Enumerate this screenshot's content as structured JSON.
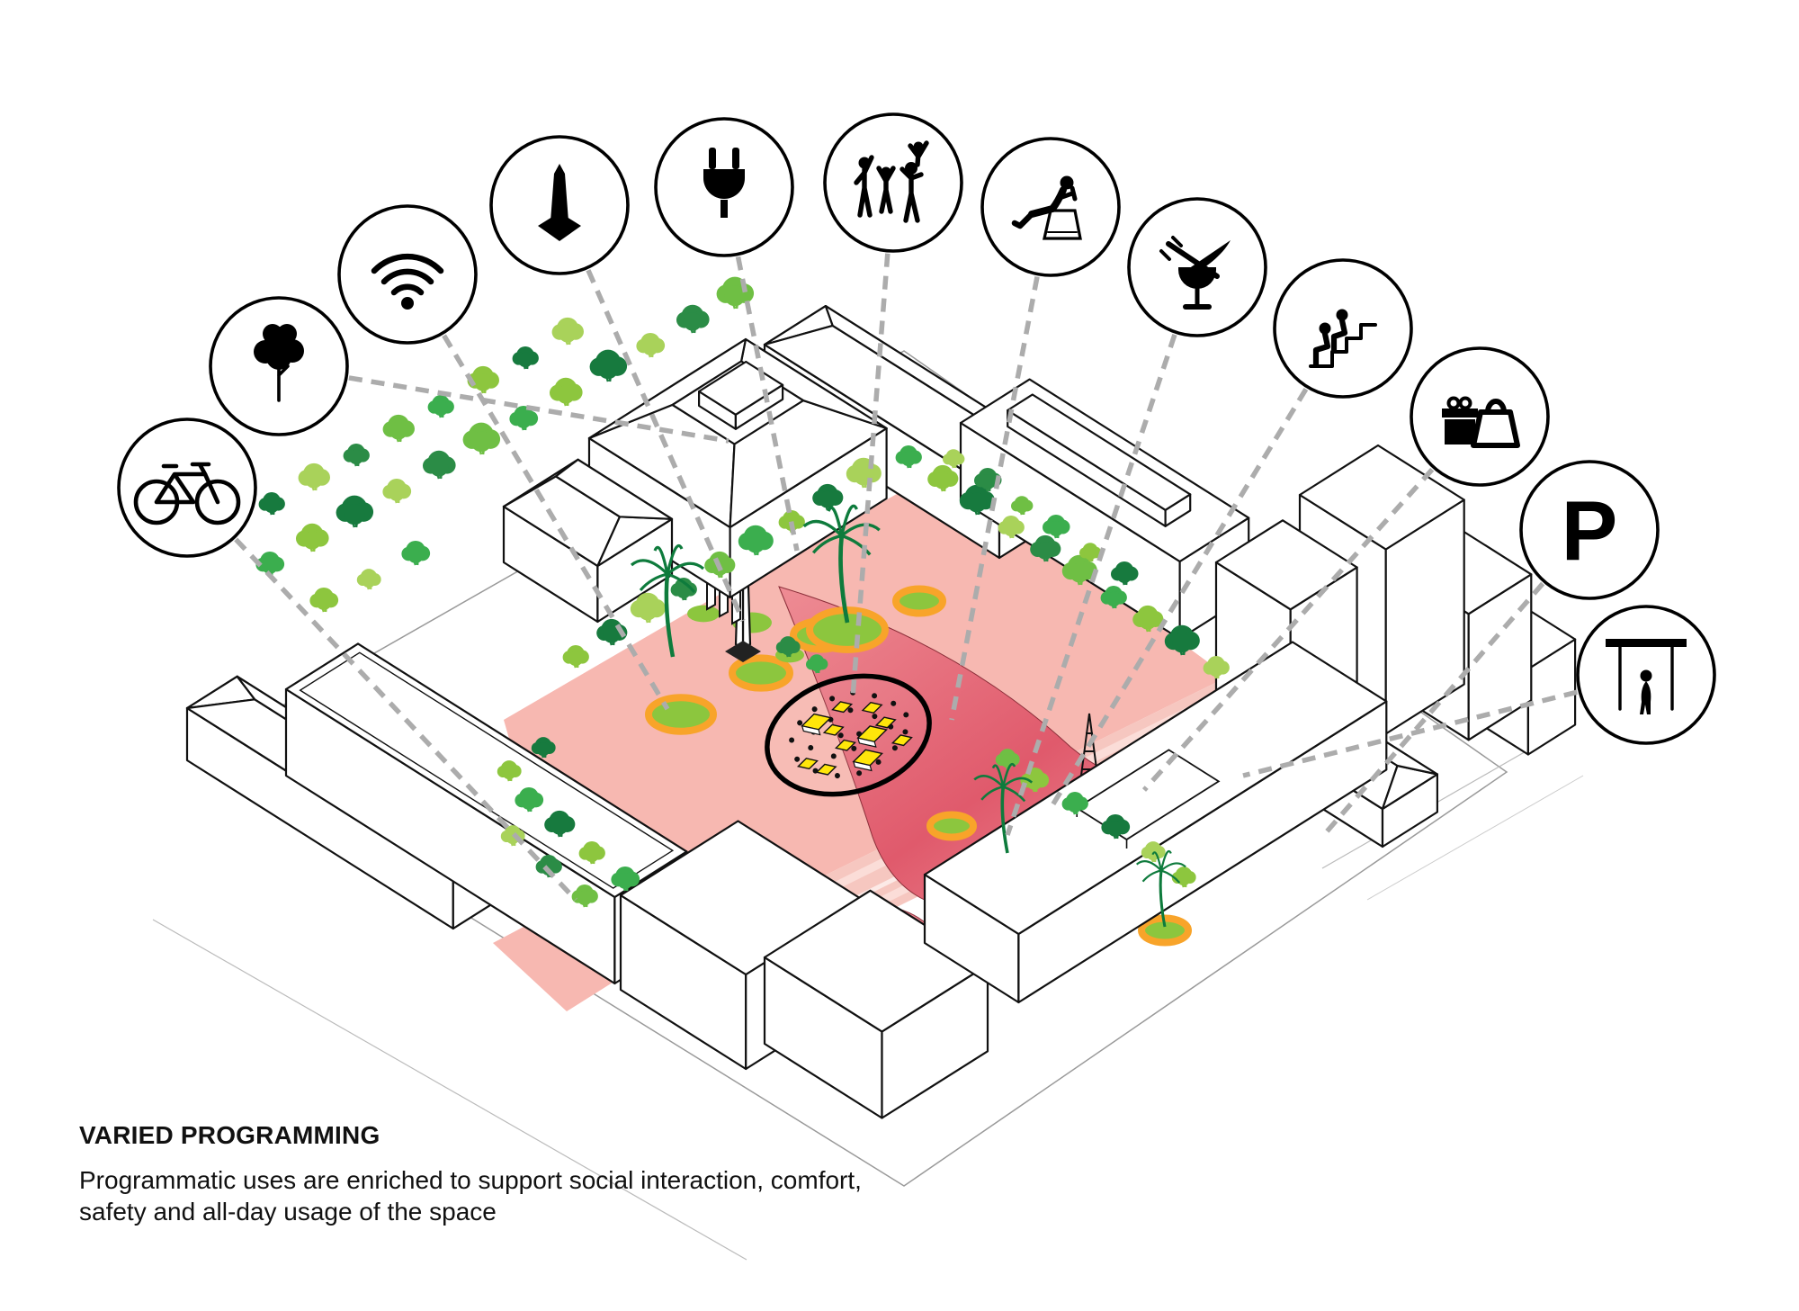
{
  "title": "VARIED PROGRAMMING",
  "subtitle_line1": "Programmatic uses are enriched to support social interaction, comfort,",
  "subtitle_line2": "safety and all-day usage of the space",
  "parking_letter": "P",
  "icons": [
    {
      "name": "bicycle"
    },
    {
      "name": "tree-greenery"
    },
    {
      "name": "wifi"
    },
    {
      "name": "monument"
    },
    {
      "name": "power-supply"
    },
    {
      "name": "family-play"
    },
    {
      "name": "relax-seating"
    },
    {
      "name": "food-drink"
    },
    {
      "name": "steps-seating"
    },
    {
      "name": "shopping"
    },
    {
      "name": "parking"
    },
    {
      "name": "swing-play"
    }
  ],
  "colors": {
    "plaza": "#F7B8B1",
    "plaza_dark": "#E05A6C",
    "plaza_dark_soft": "#F0999F",
    "road": "#F6C7C0",
    "road_stripe": "#FBDDD8",
    "ring_orange": "#F8A42A",
    "pad_green": "#8CC63E",
    "dash": "#ACACAC",
    "ground_line": "#9A9A9A",
    "outline": "#111111",
    "diamond_yellow": "#FFE60A",
    "palm": "#0E7B3C",
    "tree_greens": [
      "#3BAE4E",
      "#8DC63E",
      "#177A3E",
      "#A9D25A",
      "#2B8C46",
      "#6FBF44"
    ]
  }
}
